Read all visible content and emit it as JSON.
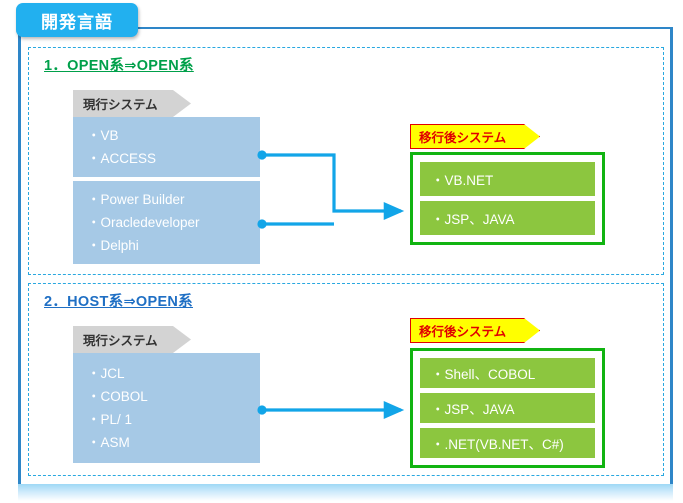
{
  "title_tab": {
    "label": "開発言語"
  },
  "sections": [
    {
      "heading": "1．OPEN系⇒OPEN系",
      "heading_color": "#00a04a",
      "source_banner": "現行システム",
      "target_banner": "移行後システム",
      "source_boxes": [
        {
          "items": [
            "・VB",
            "・ACCESS"
          ]
        },
        {
          "items": [
            "・Power Builder",
            "・Oracledeveloper",
            "・Delphi"
          ]
        }
      ],
      "target_items": [
        "・VB.NET",
        "・JSP、JAVA"
      ]
    },
    {
      "heading": "2．HOST系⇒OPEN系",
      "heading_color": "#1f6fc4",
      "source_banner": "現行システム",
      "target_banner": "移行後システム",
      "source_boxes": [
        {
          "items": [
            "・JCL",
            "・COBOL",
            "・PL/ 1",
            "・ASM"
          ]
        }
      ],
      "target_items": [
        "・Shell、COBOL",
        "・JSP、JAVA",
        "・.NET(VB.NET、C#)"
      ]
    }
  ],
  "colors": {
    "tab_blue": "#22b0ef",
    "frame_blue": "#2e86c8",
    "dashed_blue": "#29a8e0",
    "source_blue": "#a6c9e6",
    "target_green_fill": "#8cc63f",
    "target_green_border": "#11b411",
    "banner_gray": "#d3d3d3",
    "banner_yellow": "#ffff00",
    "banner_red": "#e00000",
    "connector_blue": "#12a5e8"
  }
}
